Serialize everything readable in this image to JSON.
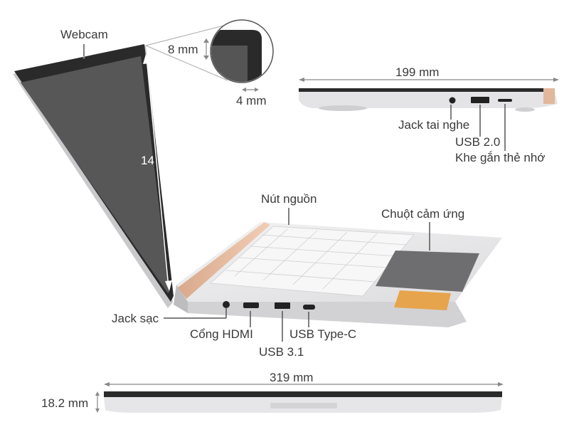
{
  "labels": {
    "webcam": "Webcam",
    "bezel_top": "8 mm",
    "bezel_side": "4 mm",
    "screen_size": "14 ″",
    "depth": "199 mm",
    "headphone_jack": "Jack tai nghe",
    "usb20": "USB 2.0",
    "card_slot": "Khe gắn thẻ nhớ",
    "power_button": "Nút nguồn",
    "touchpad": "Chuột cảm ứng",
    "charging_jack": "Jack sạc",
    "hdmi": "Cổng HDMI",
    "usb31": "USB 3.1",
    "usbc": "USB Type-C",
    "width": "319 mm",
    "thickness": "18.2 mm"
  },
  "colors": {
    "body": "#e8e8ea",
    "screen": "#555555",
    "bezel": "#2b2b2b",
    "hinge_accent": "#e2b79c",
    "line": "#999999"
  }
}
